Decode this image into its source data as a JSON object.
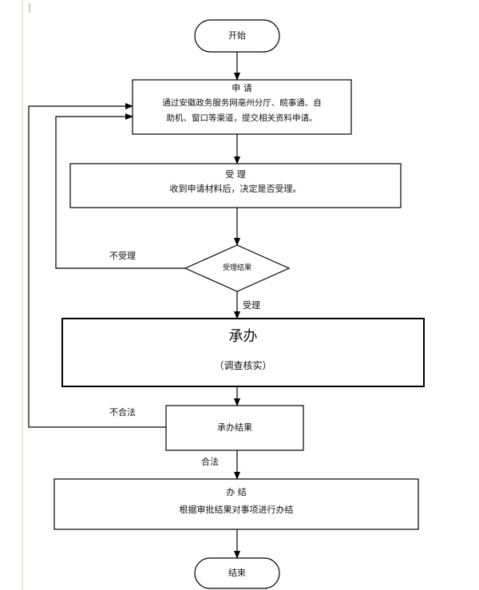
{
  "nodes": {
    "start": "开始",
    "apply_title": "申  请",
    "apply_line1": "通过安徽政务服务网亳州分厅、皖事通、自",
    "apply_line2": "助机、窗口等渠道，提交相关资料申请。",
    "accept_title": "受  理",
    "accept_desc": "收到申请材料后，决定是否受理。",
    "decision": "受理结果",
    "handle_title": "承办",
    "handle_desc": "（调查核实）",
    "handle_result": "承办结果",
    "finish_title": "办  结",
    "finish_desc": "根据审批结果对事项进行办结",
    "end": "结束"
  },
  "edges": {
    "not_accepted": "不受理",
    "accepted": "受理",
    "not_legal": "不合法",
    "legal": "合法"
  },
  "colors": {
    "line": "#000000",
    "fill": "#ffffff",
    "left_rule": "#c8d8a8"
  }
}
